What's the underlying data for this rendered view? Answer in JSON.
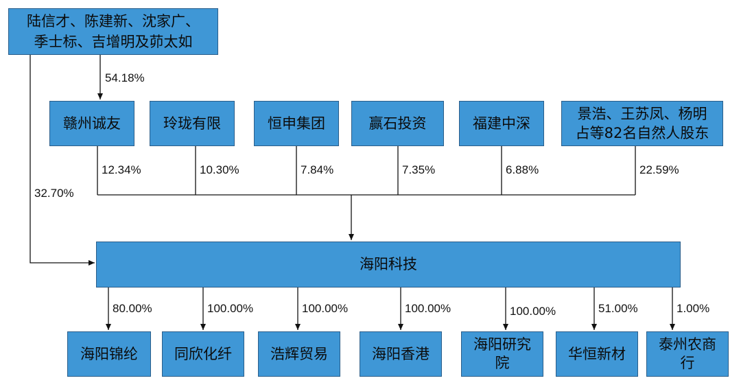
{
  "top_shareholders": {
    "line1": "陆信才、陈建新、沈家广、",
    "line2": "季士标、吉增明及茆太如"
  },
  "top_to_ganzhou_pct": "54.18%",
  "top_to_main_pct": "32.70%",
  "shareholders": [
    {
      "name": "赣州诚友",
      "pct": "12.34%"
    },
    {
      "name": "玲珑有限",
      "pct": "10.30%"
    },
    {
      "name": "恒申集团",
      "pct": "7.84%"
    },
    {
      "name": "赢石投资",
      "pct": "7.35%"
    },
    {
      "name": "福建中深",
      "pct": "6.88%"
    },
    {
      "name1": "景浩、王苏凤、杨明",
      "name2": "占等82名自然人股东",
      "pct": "22.59%"
    }
  ],
  "main_company": "海阳科技",
  "subsidiaries": [
    {
      "name": "海阳锦纶",
      "pct": "80.00%"
    },
    {
      "name": "同欣化纤",
      "pct": "100.00%"
    },
    {
      "name": "浩辉贸易",
      "pct": "100.00%"
    },
    {
      "name": "海阳香港",
      "pct": "100.00%"
    },
    {
      "name1": "海阳研究",
      "name2": "院",
      "pct": "100.00%"
    },
    {
      "name": "华恒新材",
      "pct": "51.00%"
    },
    {
      "name1": "泰州农商",
      "name2": "行",
      "pct": "1.00%"
    }
  ]
}
